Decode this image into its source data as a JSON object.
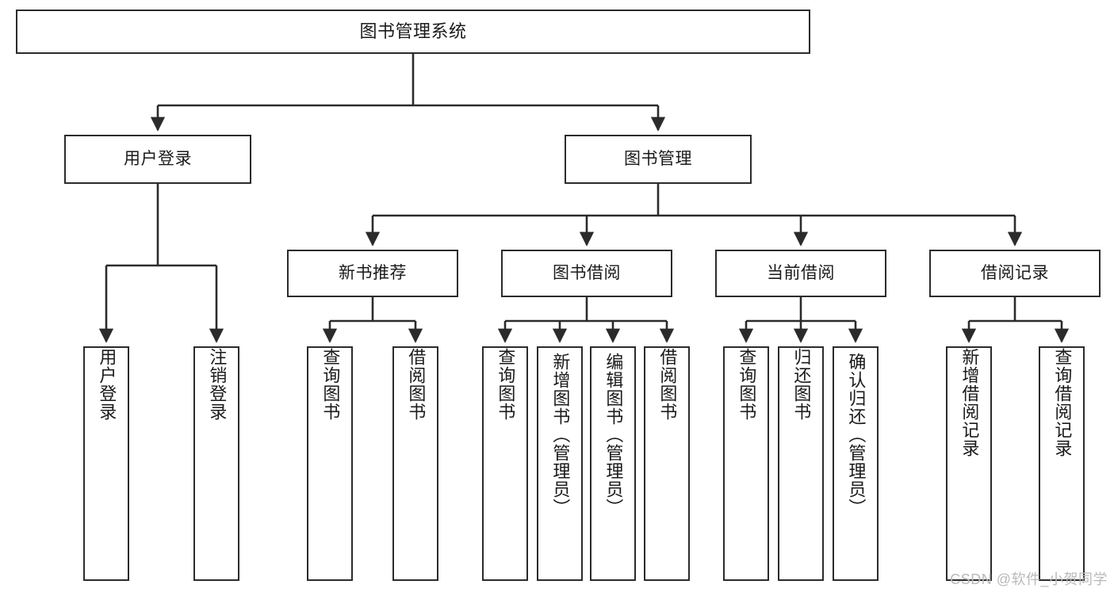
{
  "diagram": {
    "title": "图书管理系统",
    "type": "hierarchy-tree",
    "line_color": "#2b2b2b",
    "box_fill": "#ffffff",
    "text_color": "#1a1a1a",
    "root": {
      "label": "图书管理系统"
    },
    "level1": [
      {
        "label": "用户登录"
      },
      {
        "label": "图书管理"
      }
    ],
    "level2": [
      {
        "label": "新书推荐"
      },
      {
        "label": "图书借阅"
      },
      {
        "label": "当前借阅"
      },
      {
        "label": "借阅记录"
      }
    ],
    "leaves": {
      "user_login": [
        {
          "label": "用户登录"
        },
        {
          "label": "注销登录"
        }
      ],
      "new_book": [
        {
          "label": "查询图书"
        },
        {
          "label": "借阅图书"
        }
      ],
      "book_borrow": [
        {
          "label": "查询图书"
        },
        {
          "label": "新增图书（管理员）"
        },
        {
          "label": "编辑图书（管理员）"
        },
        {
          "label": "借阅图书"
        }
      ],
      "current_borrow": [
        {
          "label": "查询图书"
        },
        {
          "label": "归还图书"
        },
        {
          "label": "确认归还（管理员）"
        }
      ],
      "borrow_record": [
        {
          "label": "新增借阅记录"
        },
        {
          "label": "查询借阅记录"
        }
      ]
    }
  },
  "watermark": {
    "text": "CSDN @软件_小贺同学"
  }
}
